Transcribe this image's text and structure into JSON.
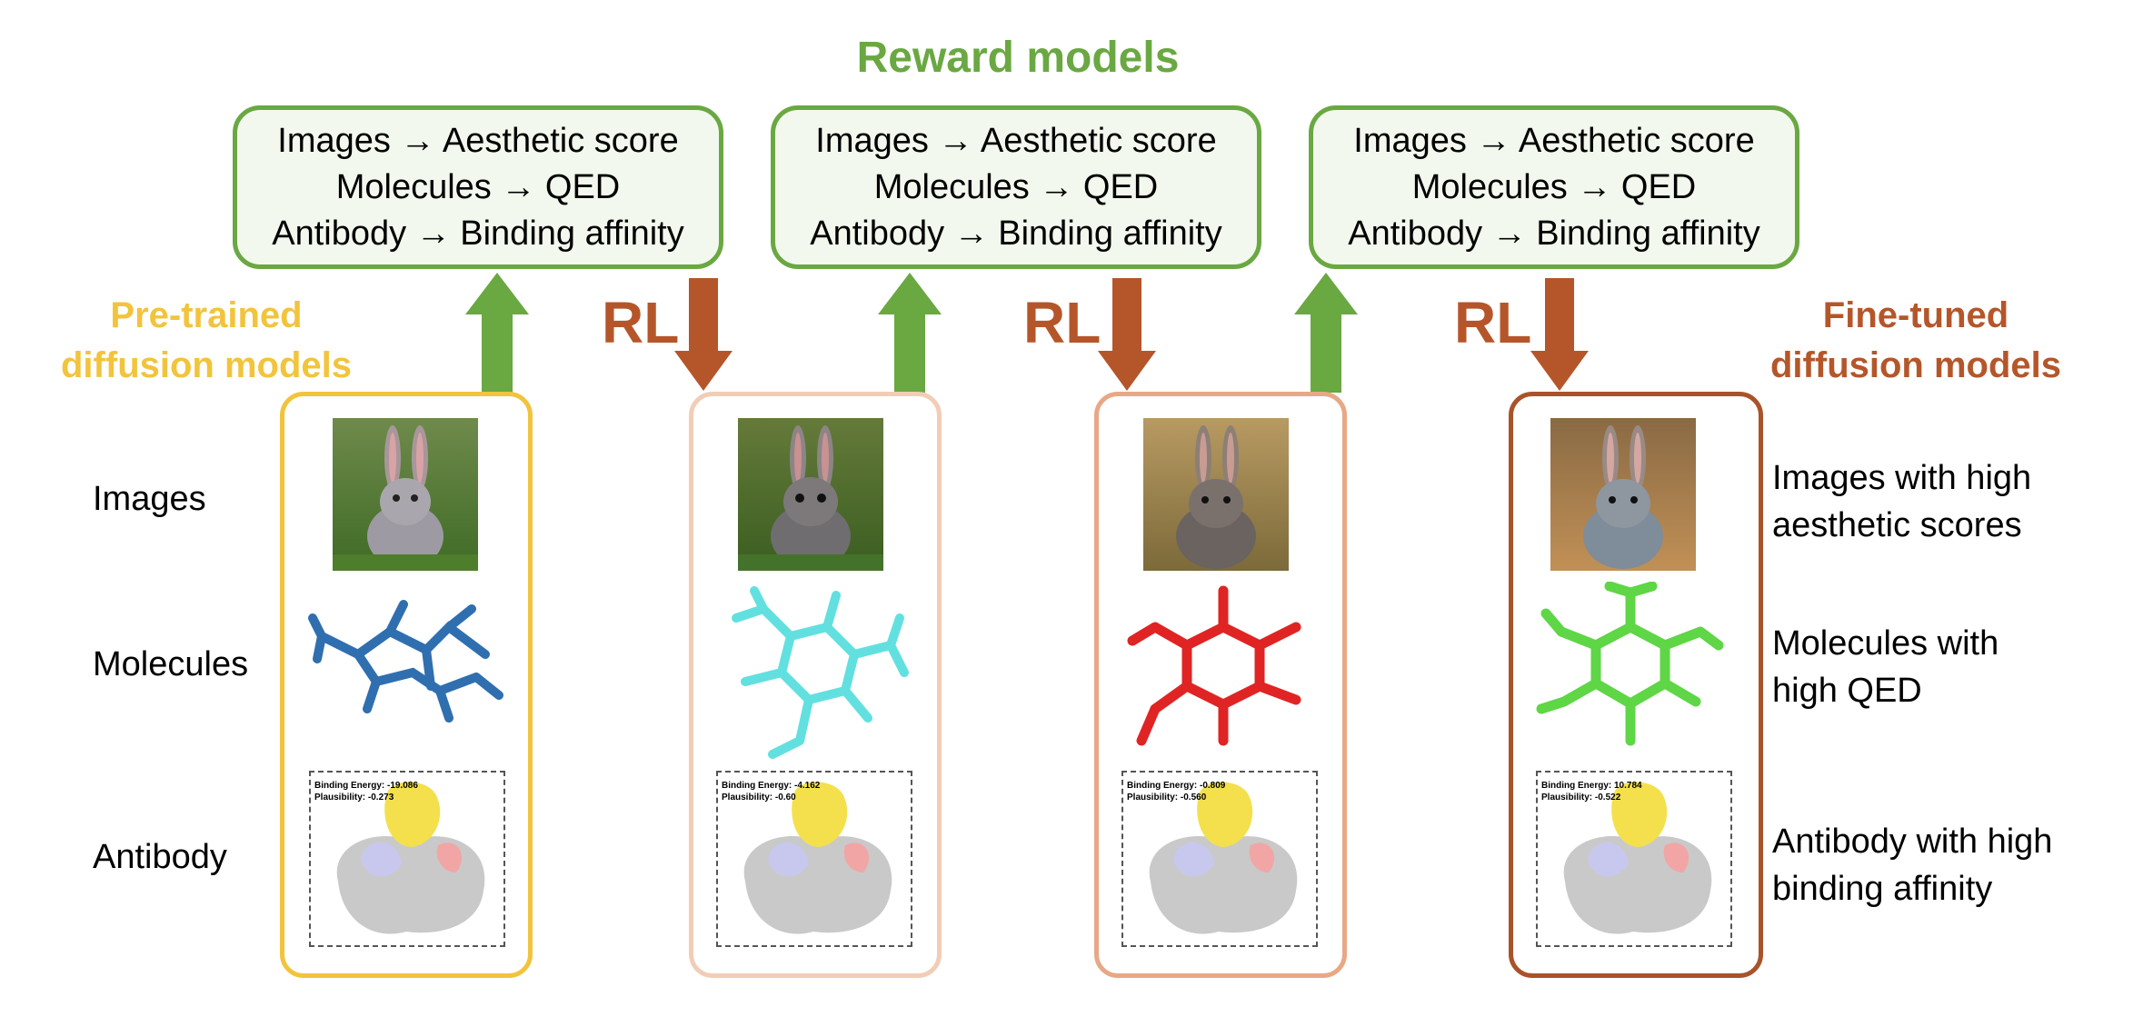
{
  "title": "Reward models",
  "reward_box_lines": [
    "Images → Aesthetic score",
    "Molecules → QED",
    "Antibody → Binding affinity"
  ],
  "rl_label": "RL",
  "pre_trained_label": [
    "Pre-trained",
    "diffusion models"
  ],
  "fine_tuned_label": [
    "Fine-tuned",
    "diffusion models"
  ],
  "row_labels": {
    "images": "Images",
    "molecules": "Molecules",
    "antibody": "Antibody"
  },
  "descriptions": {
    "images": [
      "Images with high",
      "aesthetic scores"
    ],
    "molecules": [
      "Molecules with",
      "high QED"
    ],
    "antibody": [
      "Antibody with high",
      "binding affinity"
    ]
  },
  "antibody_panels": [
    {
      "energy": "Binding Energy: -19.086",
      "plausibility": "Plausibility: -0.273"
    },
    {
      "energy": "Binding Energy: -4.162",
      "plausibility": "Plausibility: -0.60"
    },
    {
      "energy": "Binding Energy: -0.809",
      "plausibility": "Plausibility: -0.560"
    },
    {
      "energy": "Binding Energy: 10.784",
      "plausibility": "Plausibility: -0.522"
    }
  ],
  "colors": {
    "reward_green": "#6aa842",
    "rl_brown": "#b5562a",
    "pre_trained_yellow": "#f2c43c",
    "stage2_border": "#f2cdb6",
    "stage3_border": "#e8a886",
    "fine_tuned_border": "#a9532a",
    "molecule_colors": [
      "#2f6fb0",
      "#62e0e0",
      "#e02424",
      "#5ed645"
    ]
  }
}
